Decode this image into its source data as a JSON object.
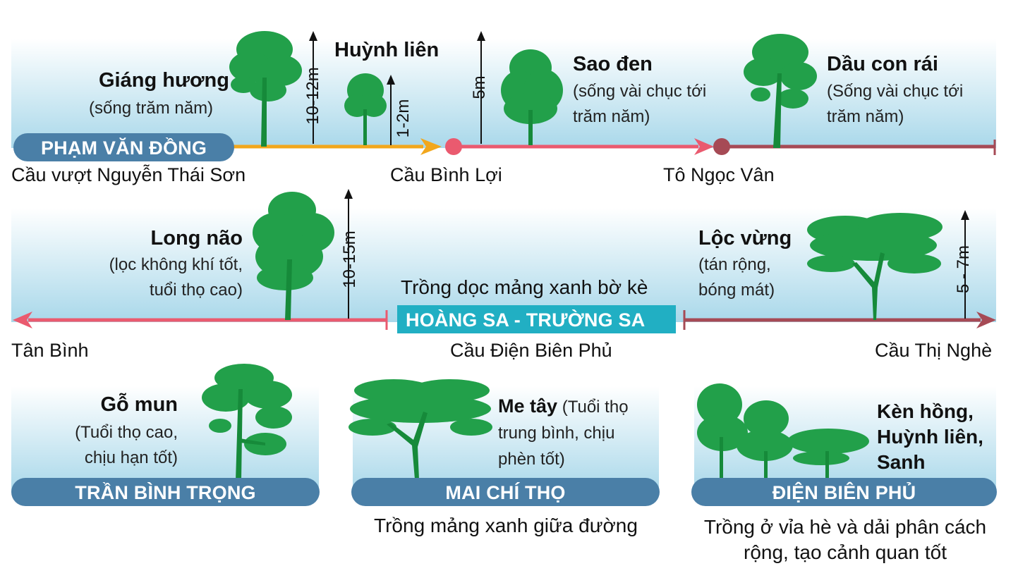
{
  "colors": {
    "sky_top": "#ffffff",
    "sky_bottom": "#a9d8ea",
    "pill_blue": "#4a7fa7",
    "pill_cyan": "#21afc3",
    "tree_green": "#22a04a",
    "trunk_green": "#168a3a",
    "route_orange": "#f2a71c",
    "route_pink": "#ea5a6f",
    "route_maroon": "#a64a55"
  },
  "row1": {
    "street": "PHẠM VĂN ĐỒNG",
    "places": [
      "Cầu vượt Nguyễn Thái Sơn",
      "Cầu Bình Lợi",
      "Tô Ngọc Vân"
    ],
    "trees": [
      {
        "name": "Giáng hương",
        "desc": "(sống trăm năm)",
        "height": "10-12m"
      },
      {
        "name": "Huỳnh liên",
        "desc": "",
        "height": "1-2m"
      },
      {
        "name": "Sao đen",
        "desc": "(sống vài chục tới trăm năm)",
        "height": "5m"
      },
      {
        "name": "Dầu con rái",
        "desc": "(Sống vài chục tới trăm năm)",
        "height": ""
      }
    ]
  },
  "row2": {
    "street": "HOÀNG SA - TRƯỜNG SA",
    "note": "Trồng dọc mảng xanh bờ kè",
    "places": [
      "Tân Bình",
      "Cầu Điện Biên Phủ",
      "Cầu Thị Nghè"
    ],
    "trees": [
      {
        "name": "Long não",
        "desc": "(lọc không khí tốt, tuổi thọ cao)",
        "height": "10-15m"
      },
      {
        "name": "Lộc vừng",
        "desc": "(tán rộng, bóng mát)",
        "height": "5 - 7m"
      }
    ]
  },
  "row3": [
    {
      "street": "TRẦN BÌNH TRỌNG",
      "tree": "Gỗ mun",
      "desc": "(Tuổi thọ cao, chịu hạn tốt)",
      "note": ""
    },
    {
      "street": "MAI CHÍ THỌ",
      "tree": "Me tây",
      "desc": "(Tuổi thọ trung bình, chịu phèn tốt)",
      "note": "Trồng mảng xanh giữa đường"
    },
    {
      "street": "ĐIỆN BIÊN PHỦ",
      "tree": "Kèn hồng, Huỳnh liên, Sanh",
      "desc": "",
      "note": "Trồng ở vỉa hè và dải phân cách rộng, tạo cảnh quan tốt"
    }
  ]
}
